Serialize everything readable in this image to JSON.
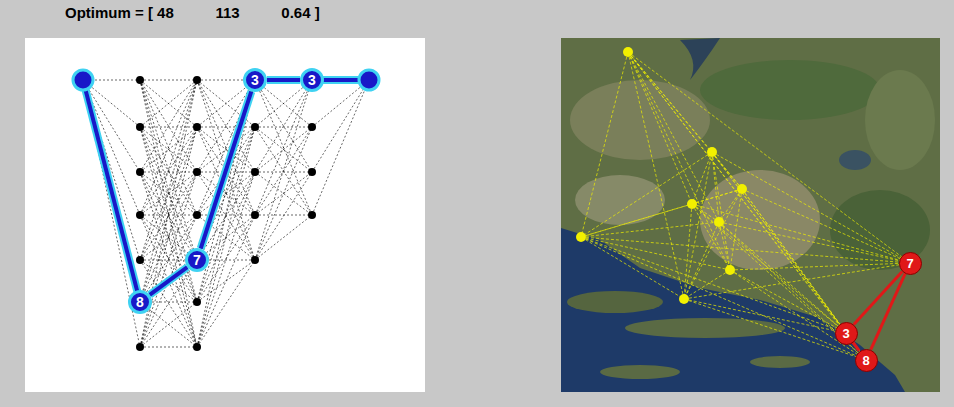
{
  "diagram": {
    "title": "Optimum = [ 48          113          0.64 ]",
    "nodes": [
      {
        "text": [
          "8"
        ]
      },
      {
        "text": [
          "7"
        ]
      },
      {
        "text": [
          "3"
        ]
      },
      {
        "text": [
          "3"
        ]
      },
      {
        "text": [
          "7"
        ]
      },
      {
        "text": [
          "3"
        ]
      },
      {
        "text": [
          "8"
        ]
      }
    ],
    "edges": [
      {
        "from": 0,
        "to": 1,
        "arrow": "none"
      },
      {
        "from": 1,
        "to": 2,
        "arrow": "none"
      },
      {
        "from": 2,
        "to": 3,
        "arrow": "none"
      },
      {
        "from": 5,
        "to": 4,
        "arrow": "none"
      },
      {
        "from": 4,
        "to": 6,
        "arrow": "none"
      },
      {
        "from": 5,
        "to": 6,
        "arrow": "none"
      }
    ]
  }
}
